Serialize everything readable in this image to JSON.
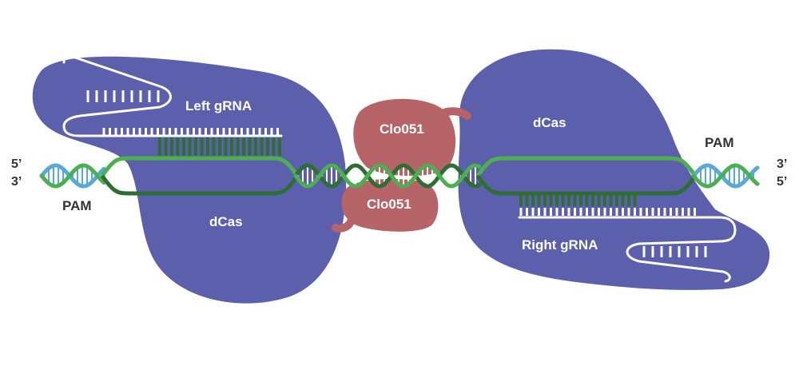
{
  "labels": {
    "left_grna": "Left gRNA",
    "right_grna": "Right gRNA",
    "dcas_left": "dCas",
    "dcas_right": "dCas",
    "clo051_top": "Clo051",
    "clo051_bottom": "Clo051",
    "pam_left": "PAM",
    "pam_right": "PAM",
    "left_top_end": "5’",
    "left_bottom_end": "3’",
    "right_top_end": "3’",
    "right_bottom_end": "5’"
  },
  "colors": {
    "dcas": "#5b5fac",
    "clo051": "#b66468",
    "grna": "#ffffff",
    "strand_light": "#4caf50",
    "strand_dark": "#2f6e33",
    "pam_blue": "#5aa8d8",
    "text_dark": "#333333",
    "text_light": "#ffffff"
  }
}
